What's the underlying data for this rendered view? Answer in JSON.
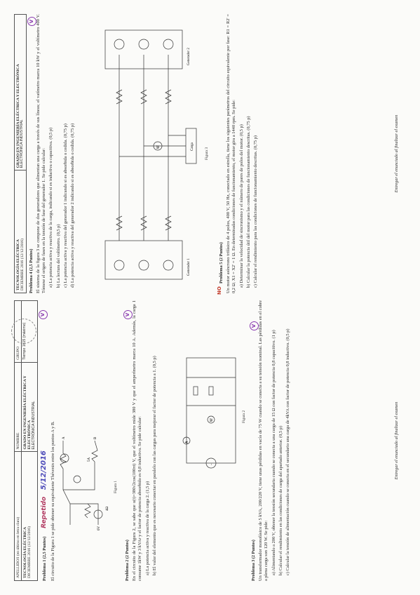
{
  "left": {
    "header": {
      "apellidos_label": "APELLIDOS (en último en letra clara)",
      "nombre_label": "NOMBRE",
      "grupo_label": "GRUPO",
      "course": "TECNOLOGÍA ELÉCTRICA",
      "date_line": "DICIEMBRE 2016 (12/12/2016)",
      "degree1": "GRADO EN INGENIERÍA ELÉCTRICA Y ELECTRÓNICA",
      "degree2": "ELECTRÓNICA INDUSTRIAL",
      "tiempo": "Tiempo 1h15 (máximo)",
      "handwritten_repetido": "Repetido",
      "handwritten_date": "5/12/2016"
    },
    "problems": [
      {
        "title": "Problema 1 (2,5 Puntos)",
        "text": "El circuito de la Figura 1 se pide obtener su equivalente Thévenin entre los puntos A y B.",
        "figure": "Figura 1",
        "mark": "V"
      },
      {
        "title": "Problema 2 (2 Puntos)",
        "text": "En el circuito de la Figura 2, se sabe que u(t)=380√2cos(100πt) V, que el voltímetro mide 380 V y que el amperímetro marca 10 A. Además, la carga 1 consume 1kW y 3 kVAr y el factor de potencia absorbido es 0,8 inductivo. Se pide calcular:",
        "items": [
          "a) La potencia activa y reactiva de la carga 2. (1,5 p)",
          "b) El valor del elemento que es necesario conectar en paralelo con las cargas para mejorar el factor de potencia a 1. (0,5 p)"
        ],
        "figure": "Figura 2",
        "mark": "V"
      },
      {
        "title": "Problema 3 (2 Puntos)",
        "text": "Un transformador monofásico de 5 kVA, 200/220 V, tiene unas pérdidas en vacío de 75 W cuando se conecta a su tensión nominal. Las pérdidas en el cobre a plena carga son 120 W. Se pide:",
        "items": [
          "a) Alimentando a 200 V, obtener la tensión secundaria cuando se conecta a una carga de 15 Ω con factor de potencia 0,8 capacitivo. (1 p)",
          "b) Calcular el rendimiento en las condiciones de carga del apartado anterior. (0,5 p)",
          "c) Calcular la tensión de alimentación cuando se conecta en el secundario una carga de 4kVA con factor de potencia 0,8 inductivo. (0,5 p)"
        ],
        "mark": "V"
      }
    ],
    "footer": "Entregar el enunciado al finalizar el examen"
  },
  "right": {
    "header": {
      "course": "TECNOLOGÍA ELÉCTRICA",
      "date_line": "DICIEMBRE 2016 (12/12/2016)",
      "degree1": "GRADO EN INGENIERÍA ELÉCTRICA Y ELECTRÓNICA",
      "degree2": "ELECTRÓNICA INDUSTRIAL"
    },
    "problems": [
      {
        "title": "Problema 4 (2,5 Puntos)",
        "text": "El sistema de la figura 3 se compone de dos generadores que alimentan una carga a través de sus líneas; el vatímetro marca 10 kW y el voltímetro 400 V. Tómese el origen de fases en la tensión de fase del generador 1. Se pide calcular:",
        "items": [
          "a) La potencia activa y reactiva de la carga, indicando si es inductiva o capacitiva. (0,5 p)",
          "b) La lectura del voltímetro. (0,5 p)",
          "c) La potencia activa y reactiva del generador 1 indicando si es absorbida o cedida. (0,75 p)",
          "d) La potencia activa y reactiva del generador 2 indicando si es absorbida o cedida. (0,75 p)"
        ],
        "figure": "Figura 3",
        "gen1": "Generador 1",
        "gen2": "Generador 2",
        "load": "Carga",
        "mark": "V"
      },
      {
        "title": "Problema 5 (2 Puntos)",
        "text": "Un motor asíncrono trifásico de 4 polos, 400 V, 50 Hz, conectado en estrella, tiene los siguientes parámetros del circuito equivalente por fase: R1 = R2' = 0,2 Ω; X1 = X2' = 1 Ω. En determinadas condiciones de funcionamiento, el motor gira a 1440 rpm. Se pide:",
        "items": [
          "a) Determinar la velocidad de sincronismo y el número de pares de polos del motor. (0,5 p)",
          "b) Calcular la potencia útil del motor para las condiciones de funcionamiento descritas. (0,75 p)",
          "c) Calcular el rendimiento para las condiciones de funcionamiento descritas. (0,75 p)"
        ],
        "note": "NO"
      }
    ],
    "footer": "Entregar el enunciado al finalizar el examen"
  }
}
